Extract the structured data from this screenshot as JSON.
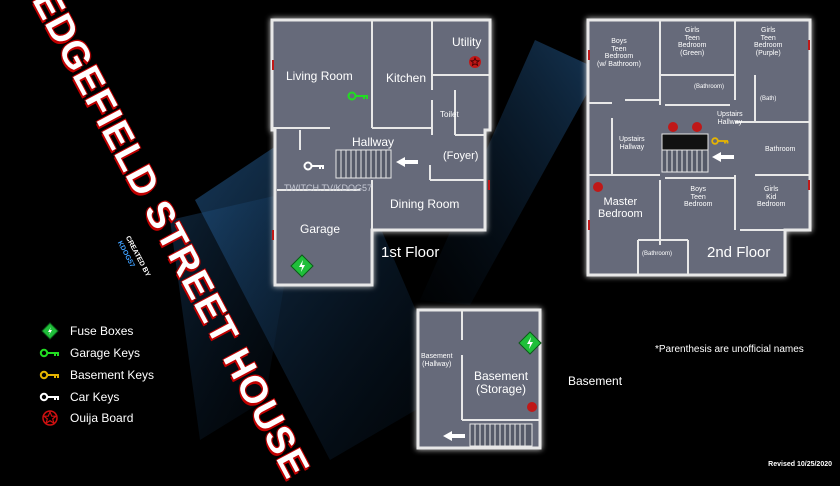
{
  "title": "EDGEFIELD STREET HOUSE",
  "credit": {
    "line1": "CREATED BY",
    "line2": "KDOG57"
  },
  "watermark": "TWITCH.TV/KDOG57",
  "floors": {
    "first": {
      "label": "1st Floor",
      "rooms": {
        "living_room": "Living Room",
        "kitchen": "Kitchen",
        "utility": "Utility",
        "toilet": "Toilet",
        "hallway": "Hallway",
        "foyer": "(Foyer)",
        "dining_room": "Dining Room",
        "garage": "Garage"
      }
    },
    "second": {
      "label": "2nd Floor",
      "rooms": {
        "boys_teen_bedroom_bath": "Boys\nTeen\nBedroom\n(w/ Bathroom)",
        "girls_teen_bedroom_green": "Girls\nTeen\nBedroom\n(Green)",
        "girls_teen_bedroom_purple": "Girls\nTeen\nBedroom\n(Purple)",
        "bathroom_small": "(Bathroom)",
        "bath": "(Bath)",
        "upstairs_hallway_left": "Upstairs\nHallway",
        "upstairs_hallway_right": "Upstairs\nHallway",
        "bathroom": "Bathroom",
        "master_bedroom": "Master\nBedroom",
        "boys_teen_bedroom": "Boys\nTeen\nBedroom",
        "girls_kid_bedroom": "Girls\nKid\nBedroom",
        "master_bathroom": "(Bathroom)"
      }
    },
    "basement": {
      "label": "Basement",
      "rooms": {
        "basement_hallway": "Basement\n(Hallway)",
        "basement_storage": "Basement\n(Storage)"
      }
    }
  },
  "legend": [
    {
      "icon": "fuse-box-icon",
      "label": "Fuse Boxes",
      "color": "#1fbf3a"
    },
    {
      "icon": "garage-key-icon",
      "label": "Garage Keys",
      "color": "#22dd22"
    },
    {
      "icon": "basement-key-icon",
      "label": "Basement Keys",
      "color": "#e6b400"
    },
    {
      "icon": "car-key-icon",
      "label": "Car Keys",
      "color": "#ffffff"
    },
    {
      "icon": "ouija-board-icon",
      "label": "Ouija Board",
      "color": "#d01010"
    }
  ],
  "note": "*Parenthesis are unofficial names",
  "revised": "Revised 10/25/2020",
  "colors": {
    "floor": "#666b7a",
    "wall": "#e8e8e8",
    "background": "#000000",
    "title_outline": "#c00000",
    "beam": "#1d4e80"
  }
}
